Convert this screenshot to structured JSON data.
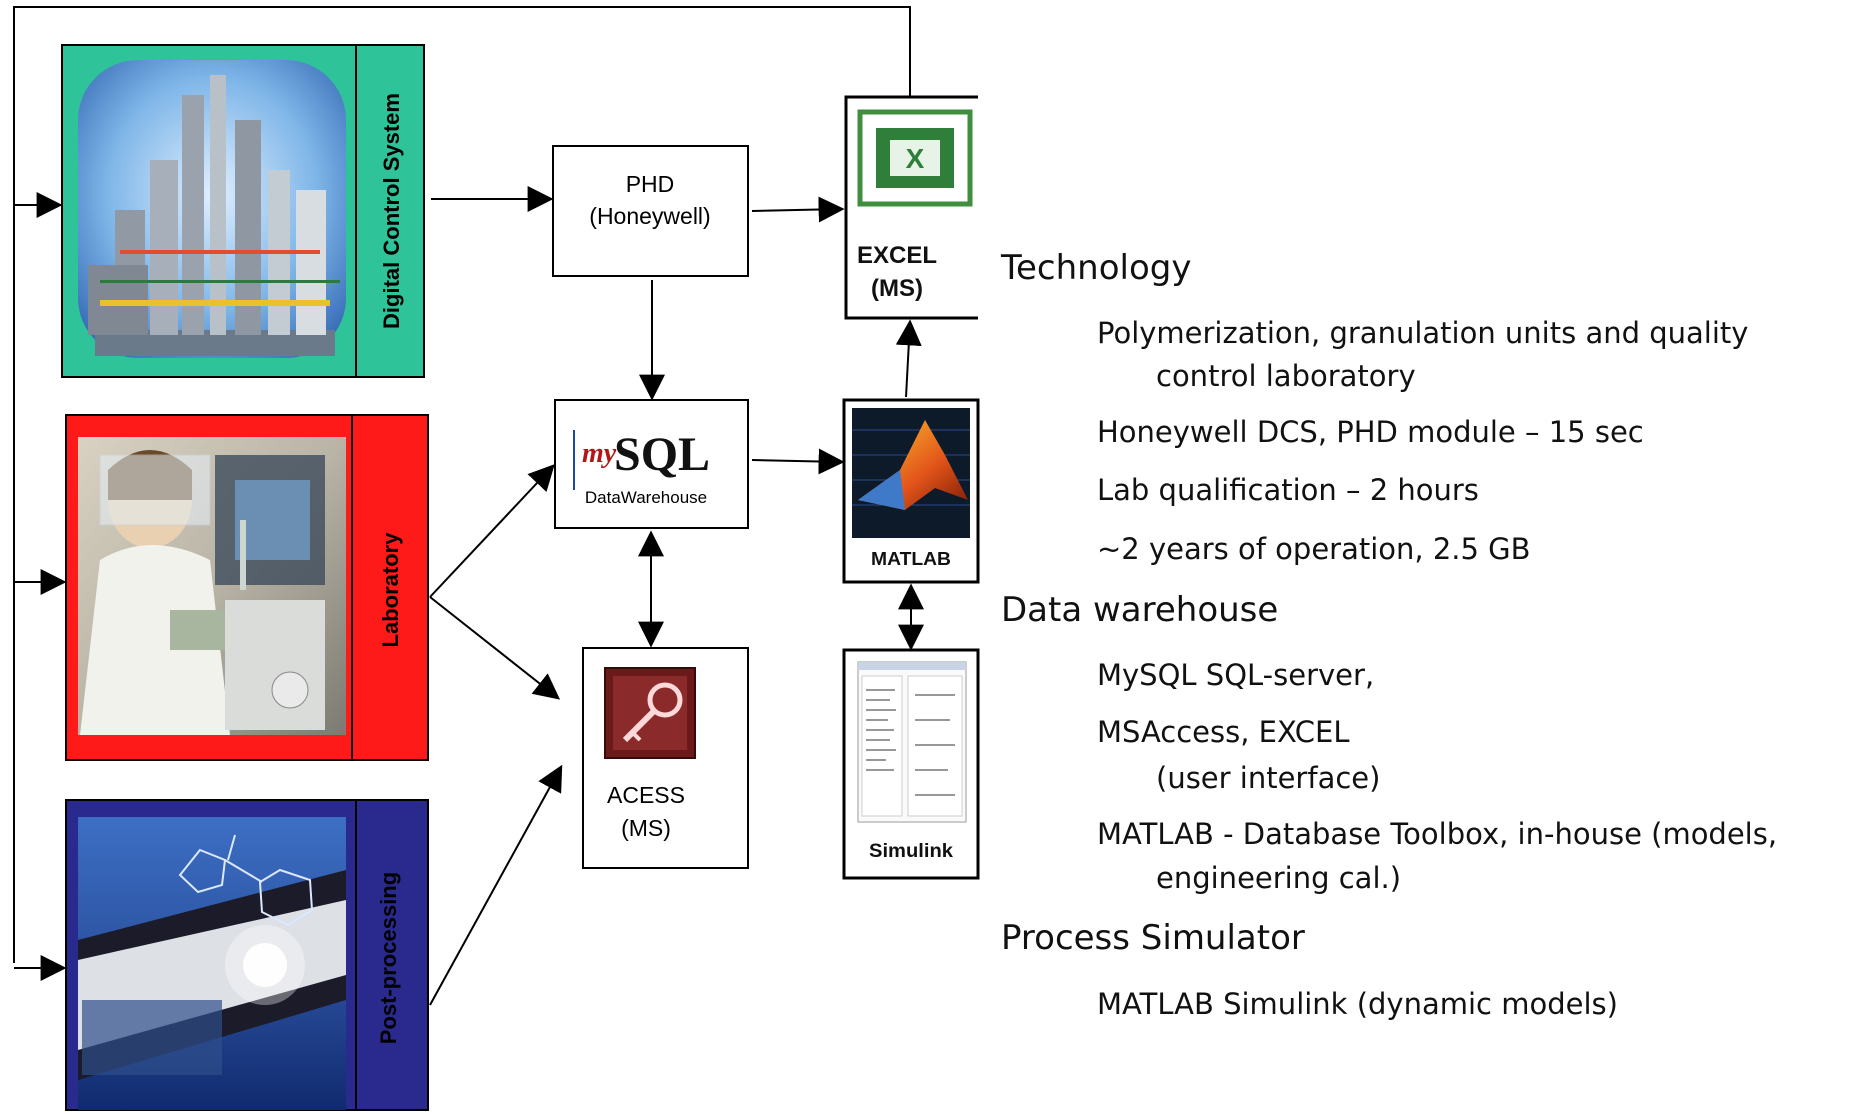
{
  "panels": {
    "dcs": {
      "label": "Digital Control System",
      "color": "#2fc39a"
    },
    "lab": {
      "label": "Laboratory",
      "color": "#ff1a1a"
    },
    "post": {
      "label": "Post-processing",
      "color": "#2a2a8e"
    }
  },
  "nodes": {
    "phd": {
      "line1": "PHD",
      "line2": "(Honeywell)"
    },
    "mysql": {
      "logo_script": "my",
      "logo": "SQL",
      "caption": "DataWarehouse"
    },
    "access": {
      "line1": "ACESS",
      "line2": "(MS)"
    },
    "excel": {
      "line1": "EXCEL",
      "line2": "(MS)"
    },
    "matlab": {
      "caption": "MATLAB"
    },
    "simulink": {
      "caption": "Simulink"
    }
  },
  "bullets": {
    "technology": {
      "heading": "Technology",
      "items": [
        "Polymerization, granulation units and quality",
        "control laboratory",
        "Honeywell DCS, PHD module – 15 sec",
        "Lab qualification – 2 hours",
        "~2 years of operation, 2.5 GB"
      ]
    },
    "warehouse": {
      "heading": "Data warehouse",
      "items": [
        "MySQL SQL-server,",
        "MSAccess, EXCEL",
        "(user interface)",
        "MATLAB - Database Toolbox, in-house (models,",
        "engineering cal.)"
      ]
    },
    "simulator": {
      "heading": "Process Simulator",
      "items": [
        "MATLAB Simulink (dynamic models)"
      ]
    }
  }
}
